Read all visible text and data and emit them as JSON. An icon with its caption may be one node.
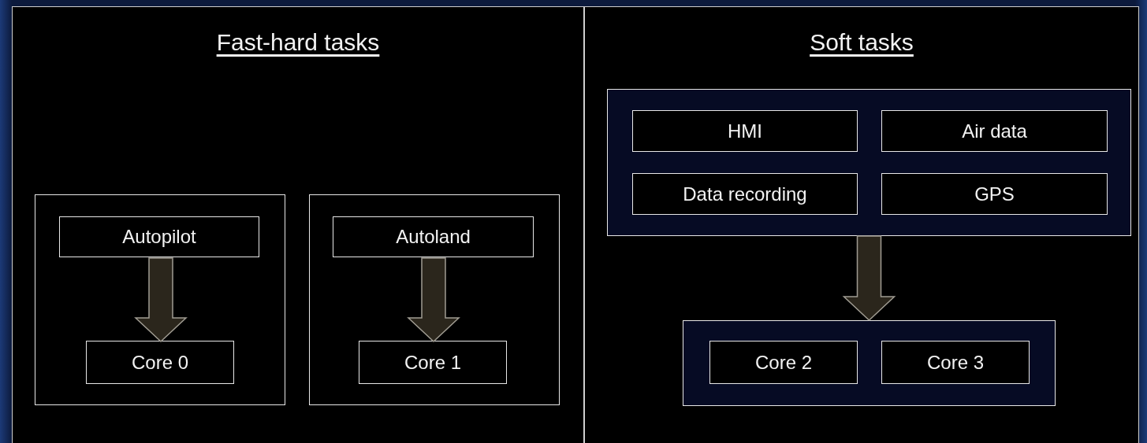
{
  "diagram": {
    "nodes": [
      {
        "text": [
          "Fast-hard tasks"
        ]
      },
      {
        "text": [],
        "shape": "box",
        "in": 0
      },
      {
        "text": [
          "Autopilot"
        ],
        "in": 1
      },
      {
        "text": [
          "Core 0"
        ],
        "in": 1
      },
      {
        "text": [],
        "shape": "box",
        "in": 0
      },
      {
        "text": [
          "Autoland"
        ],
        "in": 4
      },
      {
        "text": [
          "Core 1"
        ],
        "in": 4
      },
      {
        "text": [
          "Soft tasks"
        ]
      },
      {
        "text": [],
        "shape": "box",
        "in": 7
      },
      {
        "text": [
          "HMI"
        ],
        "in": 8
      },
      {
        "text": [
          "Air data"
        ],
        "in": 8
      },
      {
        "text": [
          "Data recording"
        ],
        "in": 8
      },
      {
        "text": [
          "GPS"
        ],
        "in": 8
      },
      {
        "text": [],
        "shape": "box",
        "in": 7
      },
      {
        "text": [
          "Core 2"
        ],
        "in": 13
      },
      {
        "text": [
          "Core 3"
        ],
        "in": 13
      }
    ],
    "edges": [
      {
        "from": 2,
        "to": 3,
        "arrow": "to",
        "style": "thick"
      },
      {
        "from": 5,
        "to": 6,
        "arrow": "to",
        "style": "thick"
      },
      {
        "from": 8,
        "to": 13,
        "arrow": "to",
        "style": "thick"
      }
    ]
  }
}
